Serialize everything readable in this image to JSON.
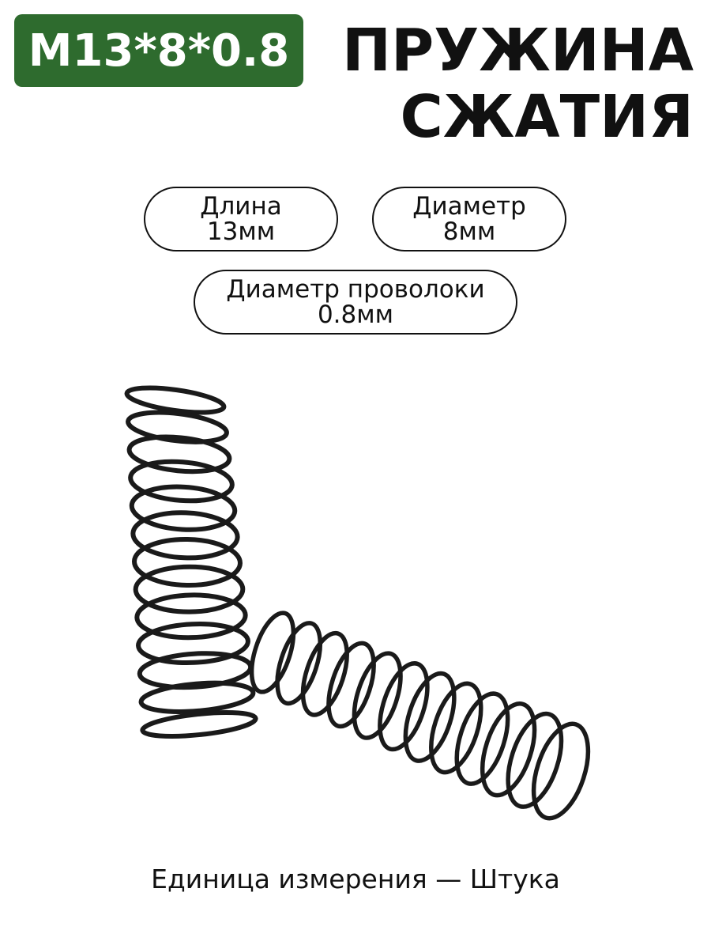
{
  "badge": {
    "text": "M13*8*0.8",
    "color": "#2e6b2e"
  },
  "title": {
    "line1": "ПРУЖИНА",
    "line2": "СЖАТИЯ"
  },
  "specs": {
    "length": {
      "label": "Длина",
      "value": "13мм"
    },
    "diameter": {
      "label": "Диаметр",
      "value": "8мм"
    },
    "wire_diameter": {
      "label": "Диаметр проволоки",
      "value": "0.8мм"
    }
  },
  "caption": "Единица измерения — Штука",
  "illustration": {
    "icon": "compression-spring-icon",
    "count": 2,
    "color": "#1a1a1a"
  }
}
